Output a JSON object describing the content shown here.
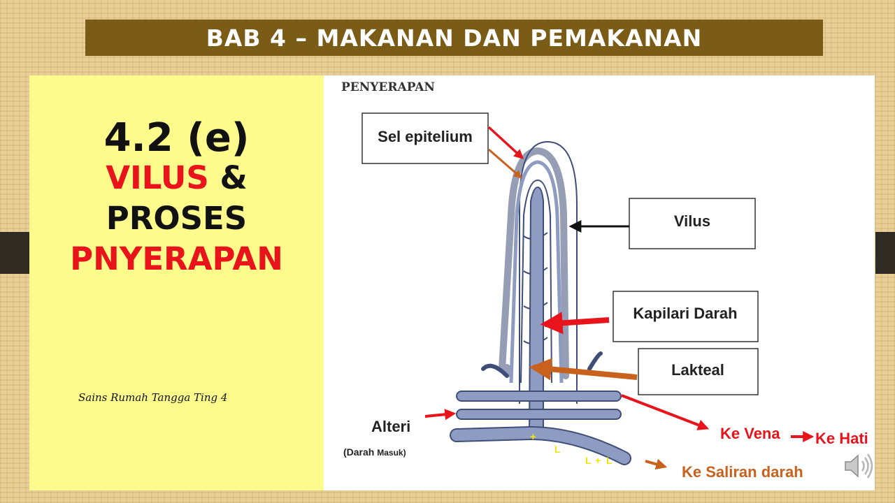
{
  "header": {
    "title": "BAB 4 – MAKANAN DAN PEMAKANAN"
  },
  "lesson": {
    "code": "4.2 (e)",
    "word_vilus": "VILUS",
    "ampersand": "&",
    "word_proses": "PROSES",
    "word_penyerapan": "PNYERAPAN",
    "footer": "Sains Rumah Tangga Ting 4"
  },
  "diagram": {
    "title": "PENYERAPAN",
    "labels": {
      "sel_epitelium": "Sel epitelium",
      "vilus": "Vilus",
      "kapilari_darah": "Kapilari Darah",
      "lakteal": "Lakteal",
      "alteri": "Alteri",
      "darah_prefix": "(Darah ",
      "darah_masuk": "Masuk)",
      "ke_vena": "Ke Vena",
      "ke_hati": "Ke Hati",
      "ke_saliran": "Ke Saliran darah",
      "marks": [
        "+",
        "L",
        "L",
        "+",
        "L"
      ]
    },
    "colors": {
      "red": "#e8131b",
      "orange": "#c8611c",
      "vessel": "#8e9cc2",
      "vessel_dark": "#3f4e78"
    }
  },
  "controls": {
    "audio_icon": "speaker-icon"
  }
}
